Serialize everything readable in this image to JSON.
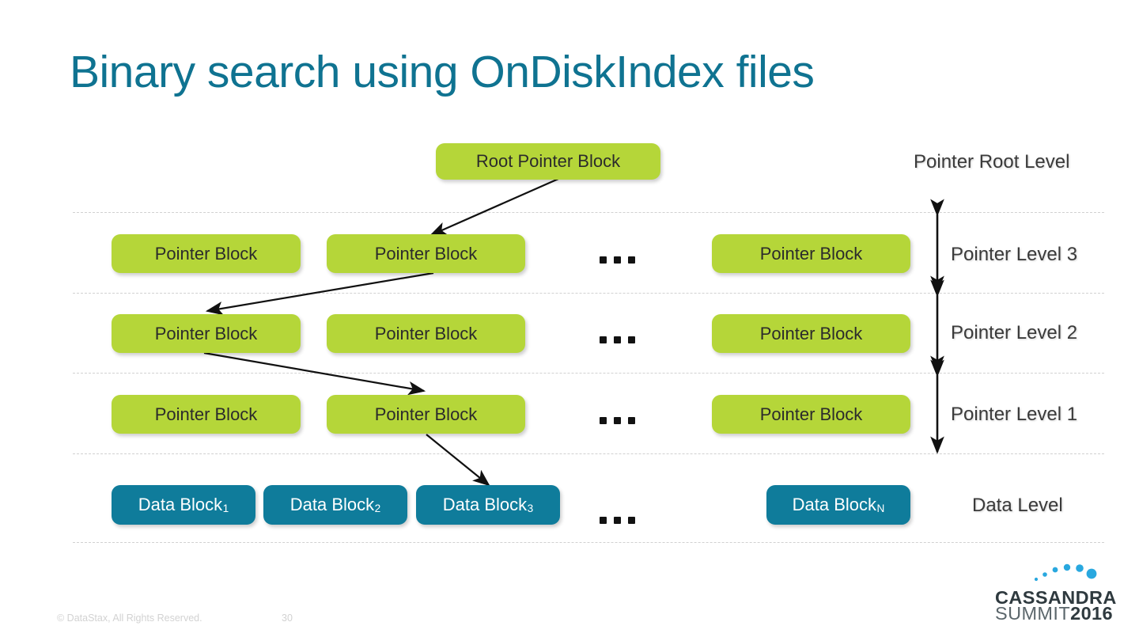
{
  "slide": {
    "title": "Binary search using OnDiskIndex files",
    "title_color": "#0f7391",
    "background": "#ffffff"
  },
  "colors": {
    "pointer_block": "#b5d639",
    "data_block": "#0f7c9b",
    "separator": "#c9c9c9",
    "arrow": "#111111",
    "footer_text": "#d2d2d2",
    "logo_dark": "#2f3a3f",
    "logo_light": "#5b666b",
    "logo_dot": "#29a8df"
  },
  "diagram": {
    "root": {
      "label": "Root Pointer Block",
      "level_label": "Pointer Root Level"
    },
    "levels": [
      {
        "level_label": "Pointer Level 3",
        "blocks": [
          "Pointer Block",
          "Pointer Block",
          "Pointer Block"
        ],
        "ellipsis": "..."
      },
      {
        "level_label": "Pointer Level 2",
        "blocks": [
          "Pointer Block",
          "Pointer Block",
          "Pointer Block"
        ],
        "ellipsis": "..."
      },
      {
        "level_label": "Pointer Level 1",
        "blocks": [
          "Pointer Block",
          "Pointer Block",
          "Pointer Block"
        ],
        "ellipsis": "..."
      }
    ],
    "data_level": {
      "level_label": "Data Level",
      "blocks": [
        {
          "text": "Data Block",
          "subscript": "1"
        },
        {
          "text": "Data Block",
          "subscript": "2"
        },
        {
          "text": "Data Block",
          "subscript": "3"
        },
        {
          "text": "Data Block",
          "subscript": "N"
        }
      ],
      "ellipsis": "..."
    },
    "search_path": [
      "Root Pointer Block -> Pointer Level 3 block 2",
      "Pointer Level 3 block 2 -> Pointer Level 2 block 1",
      "Pointer Level 2 block 1 -> Pointer Level 1 block 2",
      "Pointer Level 1 block 2 -> Data Block 3"
    ]
  },
  "footer": {
    "copyright": "© DataStax, All Rights Reserved.",
    "page_number": "30"
  },
  "logo": {
    "word1": "CASSANDRA",
    "word2_light": "SUMMIT",
    "word2_bold": "2016"
  }
}
